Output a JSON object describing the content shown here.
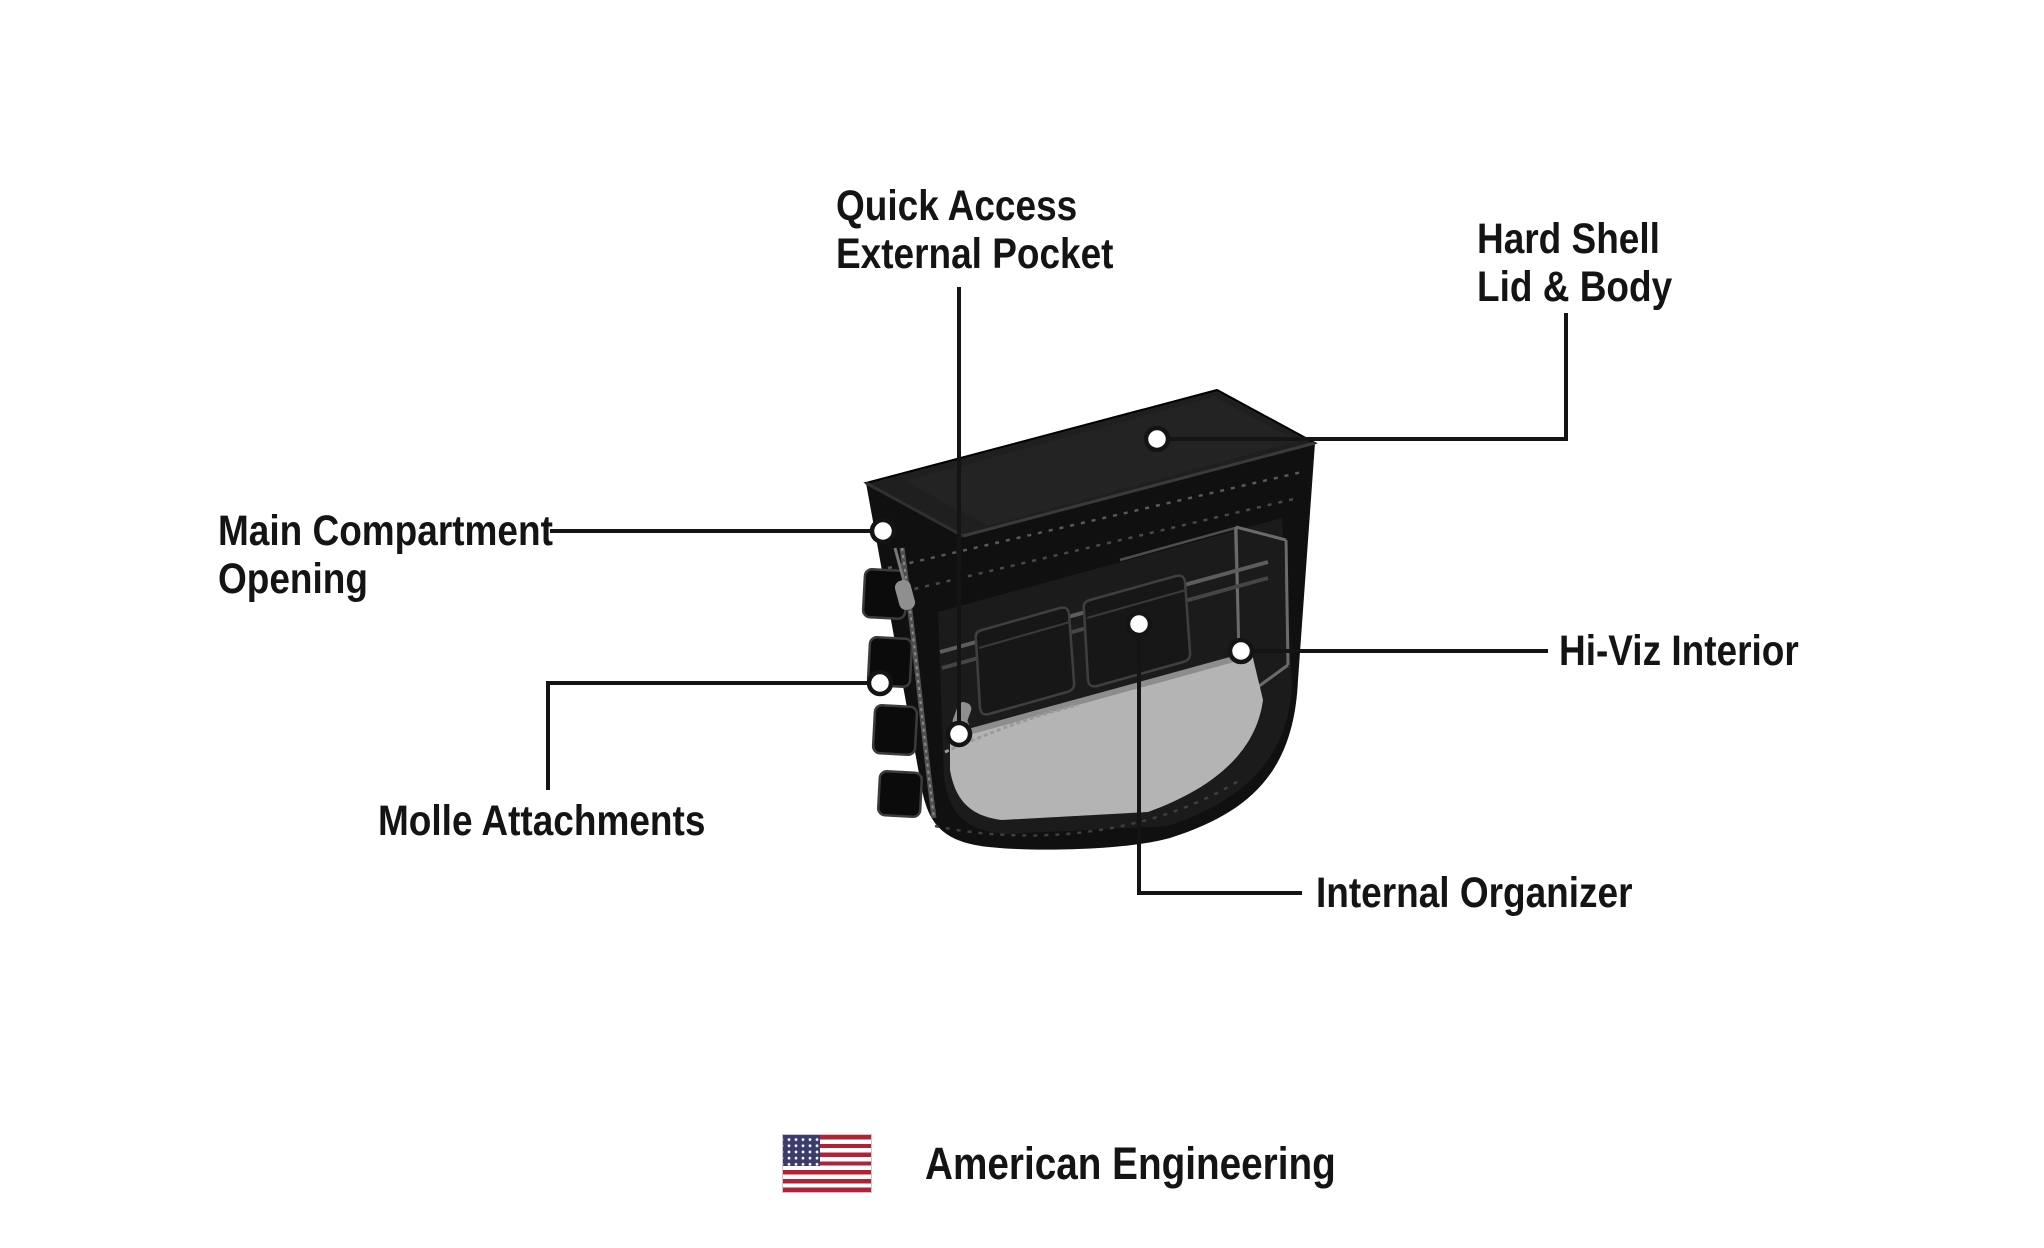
{
  "callouts": [
    {
      "id": "quick-access-external-pocket",
      "label": "Quick Access\nExternal Pocket"
    },
    {
      "id": "hard-shell-lid-body",
      "label": "Hard Shell\nLid & Body"
    },
    {
      "id": "main-compartment-opening",
      "label": "Main Compartment\nOpening"
    },
    {
      "id": "hi-viz-interior",
      "label": "Hi-Viz Interior"
    },
    {
      "id": "molle-attachments",
      "label": "Molle Attachments"
    },
    {
      "id": "internal-organizer",
      "label": "Internal Organizer"
    }
  ],
  "footer": {
    "text": "American Engineering",
    "flag_icon": "us-flag-icon"
  },
  "illustration": {
    "subject": "hard-shell-motorcycle-saddlebag",
    "marker_dot_count": 6
  },
  "colors": {
    "text": "#141414",
    "leader_line": "#141414",
    "bag_shell_black": "#101010",
    "bag_lid_black": "#1f1f1f",
    "interior_hi_viz_gray": "#b4b4b4",
    "marker_fill": "#ffffff",
    "flag_red": "#b22234",
    "flag_blue": "#3c3b6e",
    "background": "#ffffff"
  }
}
